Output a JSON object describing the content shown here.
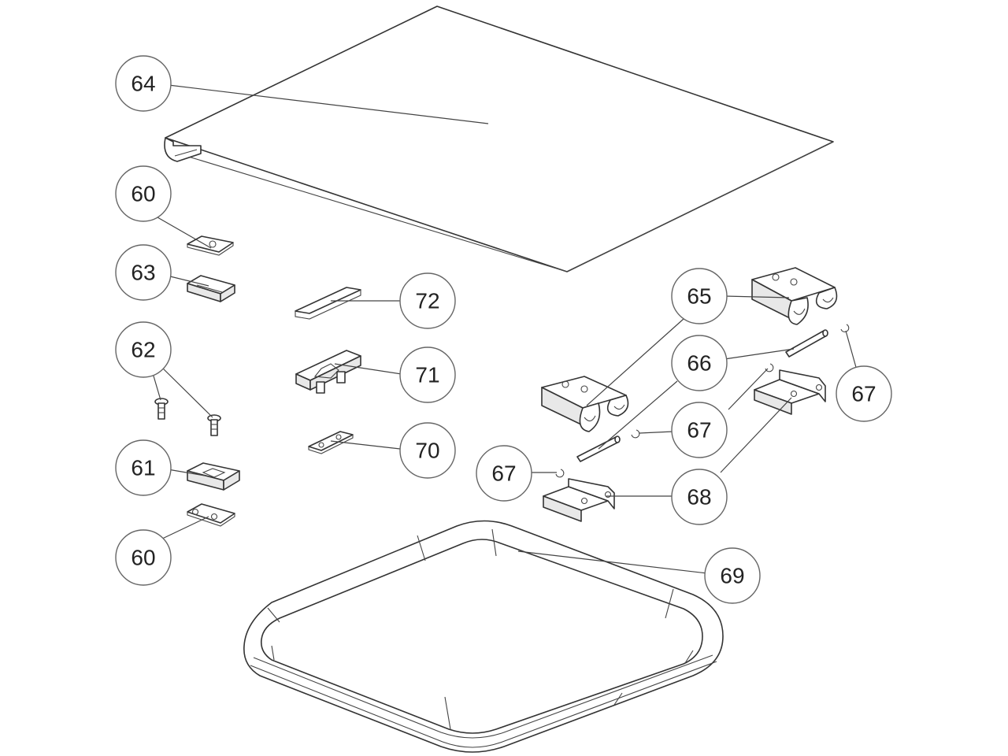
{
  "callouts": [
    {
      "id": "c64",
      "label": "64"
    },
    {
      "id": "c60a",
      "label": "60"
    },
    {
      "id": "c63",
      "label": "63"
    },
    {
      "id": "c62",
      "label": "62"
    },
    {
      "id": "c61",
      "label": "61"
    },
    {
      "id": "c60b",
      "label": "60"
    },
    {
      "id": "c72",
      "label": "72"
    },
    {
      "id": "c71",
      "label": "71"
    },
    {
      "id": "c70",
      "label": "70"
    },
    {
      "id": "c65",
      "label": "65"
    },
    {
      "id": "c66",
      "label": "66"
    },
    {
      "id": "c67a",
      "label": "67"
    },
    {
      "id": "c67b",
      "label": "67"
    },
    {
      "id": "c67c",
      "label": "67"
    },
    {
      "id": "c68",
      "label": "68"
    },
    {
      "id": "c69",
      "label": "69"
    }
  ]
}
